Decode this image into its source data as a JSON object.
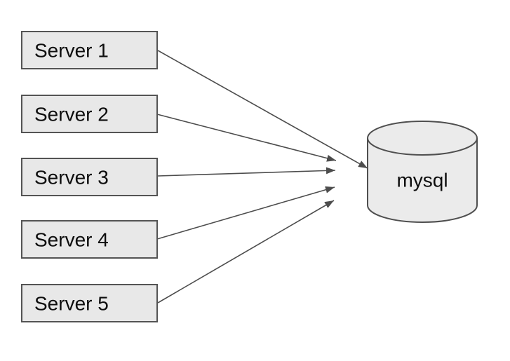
{
  "diagram": {
    "kind": "architecture-diagram",
    "servers": [
      {
        "id": "server-1",
        "label": "Server 1"
      },
      {
        "id": "server-2",
        "label": "Server 2"
      },
      {
        "id": "server-3",
        "label": "Server 3"
      },
      {
        "id": "server-4",
        "label": "Server 4"
      },
      {
        "id": "server-5",
        "label": "Server 5"
      }
    ],
    "database": {
      "id": "mysql",
      "label": "mysql",
      "shape": "cylinder"
    },
    "edges": [
      {
        "from": "Server 1",
        "to": "mysql",
        "style": "arrow"
      },
      {
        "from": "Server 2",
        "to": "mysql",
        "style": "arrow"
      },
      {
        "from": "Server 3",
        "to": "mysql",
        "style": "arrow"
      },
      {
        "from": "Server 4",
        "to": "mysql",
        "style": "arrow"
      },
      {
        "from": "Server 5",
        "to": "mysql",
        "style": "arrow"
      }
    ],
    "colors": {
      "background": "#ffffff",
      "node_fill": "#e8e8e8",
      "node_border": "#545454",
      "cylinder_fill": "#ebebeb",
      "arrow": "#4d4d4d",
      "text": "#0d0d0d"
    }
  }
}
